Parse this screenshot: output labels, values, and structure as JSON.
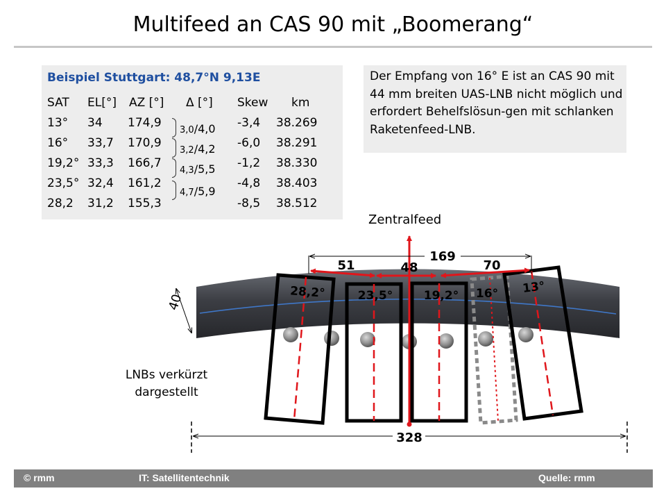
{
  "title": "Multifeed an CAS 90 mit „Boomerang“",
  "table": {
    "heading": "Beispiel Stuttgart: 48,7°N 9,13E",
    "columns": [
      "SAT",
      "EL[°]",
      "AZ [°]",
      "Δ [°]",
      "Skew",
      "km"
    ],
    "rows": [
      {
        "sat": "13°",
        "el": "34",
        "az": "174,9",
        "skew": "-3,4",
        "km": "38.269"
      },
      {
        "sat": "16°",
        "el": "33,7",
        "az": "170,9",
        "skew": "-6,0",
        "km": "38.291"
      },
      {
        "sat": "19,2°",
        "el": "33,3",
        "az": "166,7",
        "skew": "-1,2",
        "km": "38.330"
      },
      {
        "sat": "23,5°",
        "el": "32,4",
        "az": "161,2",
        "skew": "-4,8",
        "km": "38.403"
      },
      {
        "sat": "28,2",
        "el": "31,2",
        "az": "155,3",
        "skew": "-8,5",
        "km": "38.512"
      }
    ],
    "deltas": [
      {
        "small": "3,0",
        "big": "/4,0"
      },
      {
        "small": "3,2",
        "big": "/4,2"
      },
      {
        "small": "4,3",
        "big": "/5,5"
      },
      {
        "small": "4,7",
        "big": "/5,9"
      }
    ]
  },
  "note": "Der Empfang von 16° E ist an CAS 90 mit 44 mm breiten UAS-LNB nicht möglich und erfordert Behelfslösun-gen mit schlanken Raketenfeed-LNB.",
  "diagram": {
    "zentralfeed_label": "Zentralfeed",
    "lnb_note": "LNBs verkürzt dargestellt",
    "dim_width": "40",
    "dim_169": "169",
    "dim_51": "51",
    "dim_48": "48",
    "dim_70": "70",
    "dim_328": "328",
    "lnbs": [
      "28,2°",
      "23,5°",
      "19,2°",
      "16°",
      "13°"
    ]
  },
  "footer": {
    "left": "© rmm",
    "center": "IT: Satellitentechnik",
    "right": "Quelle: rmm"
  },
  "colors": {
    "accent_red": "#e0161b",
    "heading_blue": "#1f4fa0",
    "box_gray": "#ededed",
    "footer_gray": "#808080"
  }
}
